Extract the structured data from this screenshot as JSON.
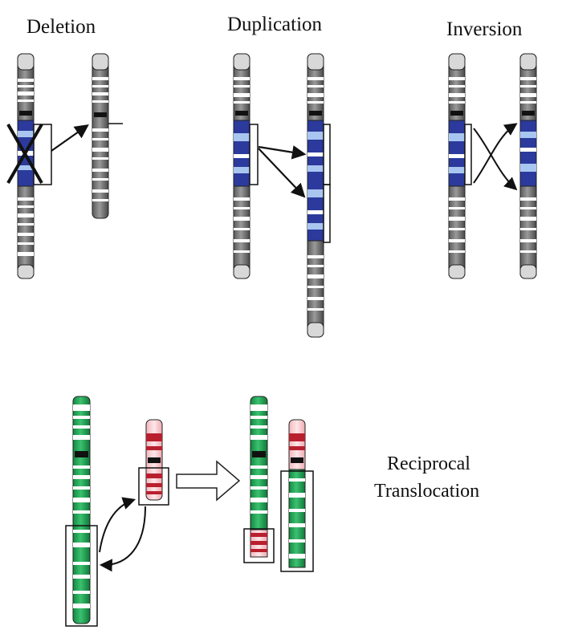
{
  "labels": {
    "deletion": "Deletion",
    "duplication": "Duplication",
    "inversion": "Inversion",
    "reciprocal_line1": "Reciprocal",
    "reciprocal_line2": "Translocation"
  },
  "colors": {
    "background": "#ffffff",
    "gray_band": "#6b6b6b",
    "gray_light": "#d8d8d8",
    "blue_dark": "#2b3a9c",
    "blue_light": "#a9c6f0",
    "green_dark": "#17994a",
    "green_light": "#bfe6c9",
    "red_dark": "#b8202e",
    "red_light": "#f4c2c6",
    "outline": "#111111"
  }
}
